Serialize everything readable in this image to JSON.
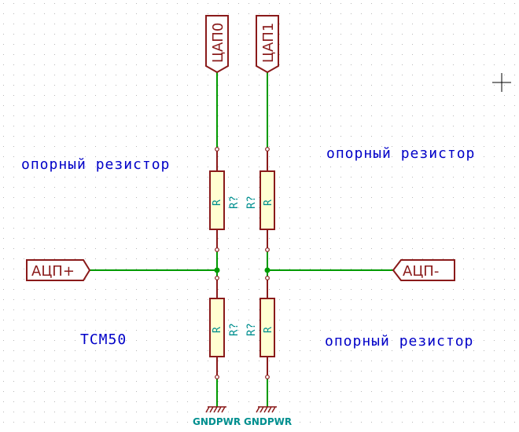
{
  "global_labels": {
    "dac0": "ЦАП0",
    "dac1": "ЦАП1",
    "adc_plus": "АЦП+",
    "adc_minus": "АЦП-"
  },
  "notes": {
    "ref_left": "опорный резистор",
    "ref_right_top": "опорный резистор",
    "ref_right_bottom": "опорный резистор",
    "sensor": "TCM50"
  },
  "components": [
    {
      "ref": "R?",
      "value": "R"
    },
    {
      "ref": "R?",
      "value": "R"
    },
    {
      "ref": "R?",
      "value": "R"
    },
    {
      "ref": "R?",
      "value": "R"
    }
  ],
  "power": {
    "left": "GNDPWR",
    "right": "GNDPWR"
  },
  "colors": {
    "wire": "#009a00",
    "component": "#8a1a1a",
    "component_fill": "#ffffd2",
    "reference": "#008f8f",
    "note": "#0000c8"
  }
}
